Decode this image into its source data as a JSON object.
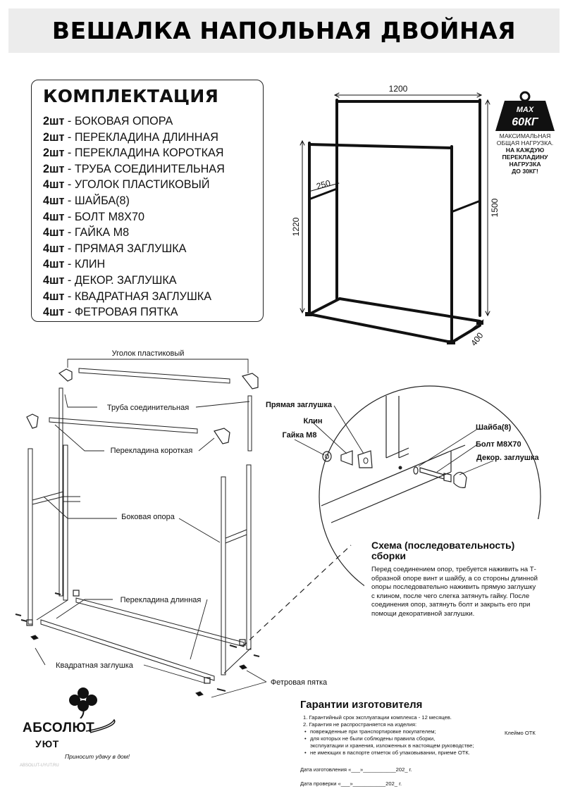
{
  "title": "ВЕШАЛКА НАПОЛЬНАЯ ДВОЙНАЯ",
  "kit": {
    "heading": "КОМПЛЕКТАЦИЯ",
    "items": [
      {
        "qty": "2шт",
        "name": "БОКОВАЯ ОПОРА"
      },
      {
        "qty": "2шт",
        "name": "ПЕРЕКЛАДИНА ДЛИННАЯ"
      },
      {
        "qty": "2шт",
        "name": "ПЕРЕКЛАДИНА КОРОТКАЯ"
      },
      {
        "qty": "2шт",
        "name": "ТРУБА СОЕДИНИТЕЛЬНАЯ"
      },
      {
        "qty": "4шт",
        "name": "УГОЛОК ПЛАСТИКОВЫЙ"
      },
      {
        "qty": "4шт",
        "name": "ШАЙБА(8)"
      },
      {
        "qty": "4шт",
        "name": "БОЛТ М8Х70"
      },
      {
        "qty": "4шт",
        "name": "ГАЙКА М8"
      },
      {
        "qty": "4шт",
        "name": "ПРЯМАЯ ЗАГЛУШКА"
      },
      {
        "qty": "4шт",
        "name": "КЛИН"
      },
      {
        "qty": "4шт",
        "name": "ДЕКОР. ЗАГЛУШКА"
      },
      {
        "qty": "4шт",
        "name": "КВАДРАТНАЯ ЗАГЛУШКА"
      },
      {
        "qty": "4шт",
        "name": "ФЕТРОВАЯ ПЯТКА"
      }
    ]
  },
  "dims": {
    "width": "1200",
    "height_tall": "1500",
    "height_short": "1220",
    "depth": "400",
    "inner": "250"
  },
  "load": {
    "badge1": "MAX",
    "badge2": "60КГ",
    "note": [
      "МАКСИМАЛЬНАЯ",
      "ОБЩАЯ НАГРУЗКА.",
      "НА КАЖДУЮ",
      "ПЕРЕКЛАДИНУ",
      "НАГРУЗКА",
      "ДО 30КГ!"
    ]
  },
  "labels": {
    "corner": "Уголок пластиковый",
    "tube": "Труба соединительная",
    "short_bar": "Перекладина короткая",
    "side": "Боковая опора",
    "long_bar": "Перекладина длинная",
    "square_cap": "Квадратная заглушка",
    "felt": "Фетровая пятка",
    "straight_cap": "Прямая заглушка",
    "wedge": "Клин",
    "nut": "Гайка М8",
    "washer": "Шайба(8)",
    "bolt": "Болт М8Х70",
    "decor_cap": "Декор. заглушка"
  },
  "schema": {
    "title": "Схема (последовательность) сборки",
    "text": "Перед соединением опор, требуется наживить на Т-образной опоре винт и шайбу, а со стороны длинной опоры последовательно наживить прямую заглушку с клином, после чего слегка затянуть гайку. После соединения опор, затянуть болт и закрыть его при помощи декоративной заглушки."
  },
  "logo": {
    "brand1": "АБСОЛЮТ",
    "brand2": "УЮТ",
    "slogan": "Приносит удачу в дом!",
    "address": "ABSOLUT-UYUT.RU"
  },
  "warranty": {
    "title": "Гарантии изготовителя",
    "line1": "1. Гарантийный срок эксплуатации комплекса - 12 месяцев.",
    "line2": "2. Гарантия не распространяется на изделия:",
    "bullets": [
      "поврежденные при транспортировке покупателем;",
      "для которых не были соблюдены правила сборки,",
      "эксплуатации и хранения, изложенных в настоящем руководстве;",
      "не имеющих в паспорте отметок об упаковывании, приеме ОТК."
    ],
    "stamp": "Клеймо ОТК",
    "date_made": "Дата изготовления «___»___________202_ г.",
    "date_check": "Дата проверки «___»___________202_ г."
  }
}
